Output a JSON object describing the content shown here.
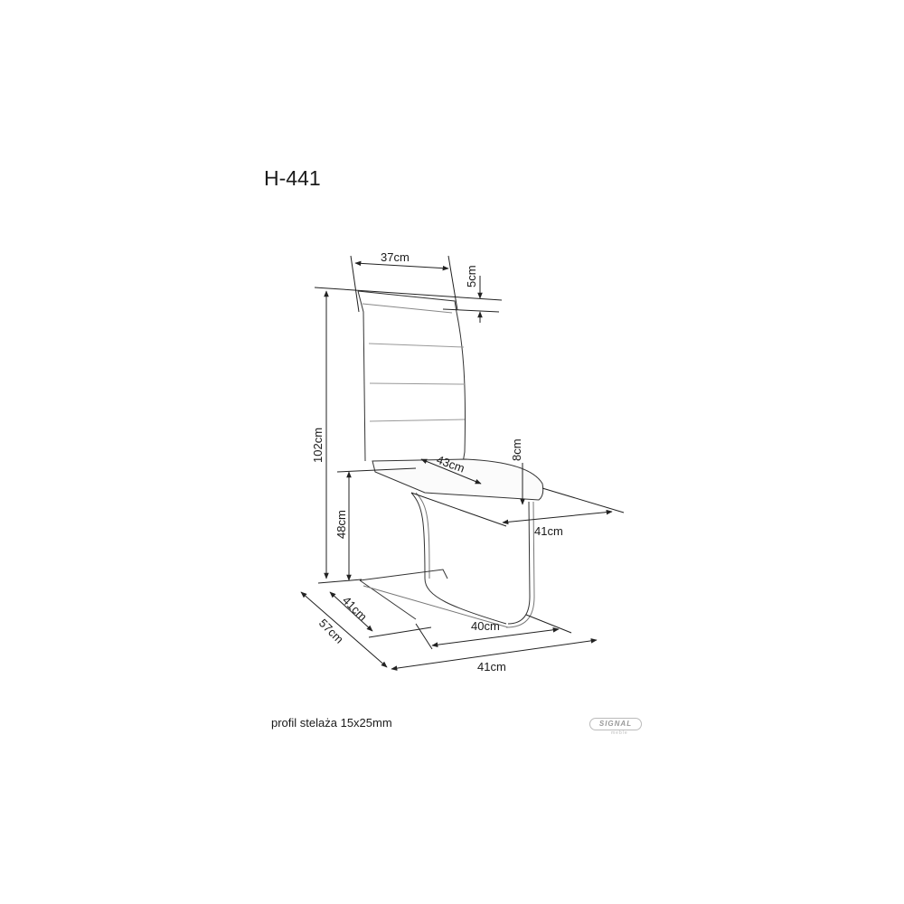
{
  "title": "H-441",
  "note": "profil stelaża 15x25mm",
  "logo": {
    "name": "SIGNAL",
    "sub": "meble"
  },
  "dimensions": {
    "backrest_width": "37cm",
    "top_frame": "5cm",
    "total_height": "102cm",
    "seat_depth": "43cm",
    "seat_thickness": "8cm",
    "seat_width": "41cm",
    "seat_height": "48cm",
    "base_inner_depth": "41cm",
    "total_depth": "57cm",
    "base_width": "40cm",
    "total_width": "41cm"
  }
}
